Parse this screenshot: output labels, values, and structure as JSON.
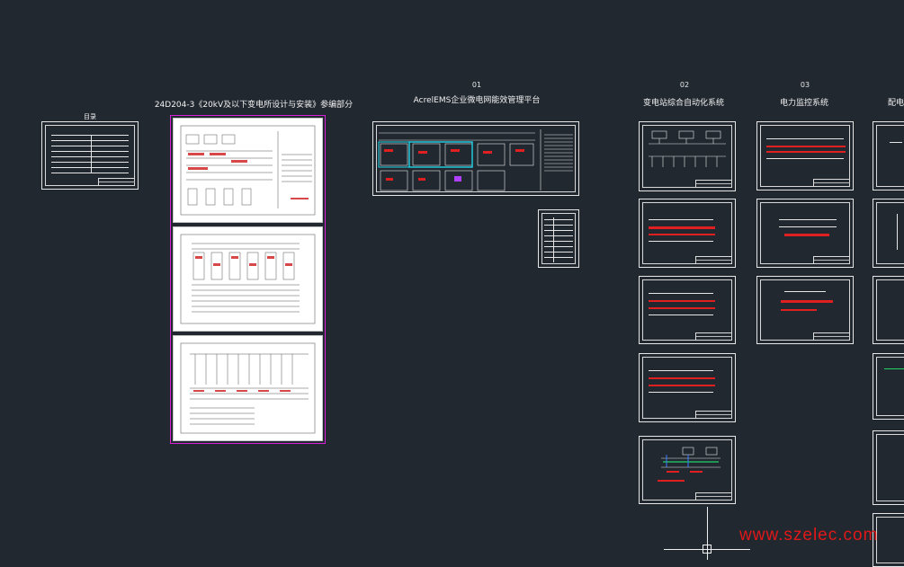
{
  "labels": {
    "intro_sheet": "目录",
    "ref_set": "24D204-3《20kV及以下变电所设计与安装》参编部分",
    "set01_num": "01",
    "set01_title": "AcrelEMS企业微电网能效管理平台",
    "set02_num": "02",
    "set02_title": "变电站综合自动化系统",
    "set03_num": "03",
    "set03_title": "电力监控系统",
    "set04_title": "配电"
  },
  "watermark": "www.szelec.com",
  "colors": {
    "background": "#212830",
    "frame": "#e6e6e6",
    "highlight_frame": "#d81fd8",
    "accent_red": "#e02020",
    "accent_cyan": "#22d3e6",
    "watermark": "#e01818"
  }
}
